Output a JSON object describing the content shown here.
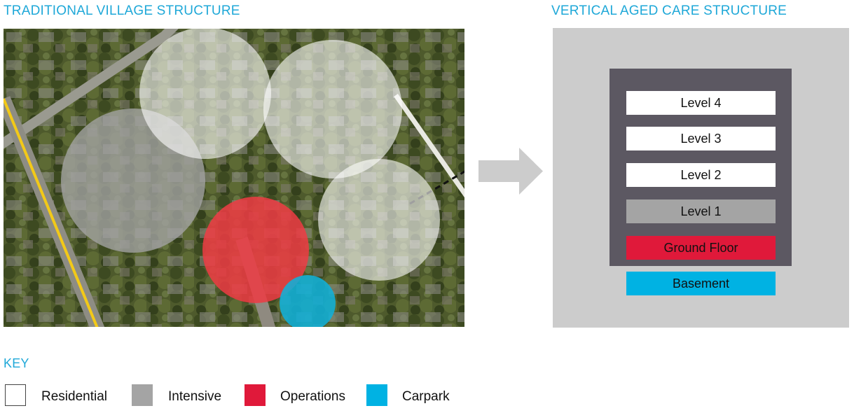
{
  "left_panel": {
    "title": "TRADITIONAL VILLAGE STRUCTURE"
  },
  "right_panel": {
    "title": "VERTICAL AGED CARE STRUCTURE",
    "levels": [
      {
        "label": "Level 4",
        "type": "Residential"
      },
      {
        "label": "Level 3",
        "type": "Residential"
      },
      {
        "label": "Level 2",
        "type": "Residential"
      },
      {
        "label": "Level 1",
        "type": "Intensive"
      },
      {
        "label": "Ground Floor",
        "type": "Operations"
      },
      {
        "label": "Basement",
        "type": "Carpark"
      }
    ]
  },
  "key": {
    "title": "KEY",
    "items": [
      {
        "label": "Residential",
        "color": "#ffffff"
      },
      {
        "label": "Intensive",
        "color": "#a4a4a4"
      },
      {
        "label": "Operations",
        "color": "#e0193a"
      },
      {
        "label": "Carpark",
        "color": "#00b2e3"
      }
    ]
  },
  "colors": {
    "accent": "#1fa8d8",
    "residential": "#ffffff",
    "intensive": "#a4a4a4",
    "operations": "#e0193a",
    "carpark": "#00b2e3",
    "building_frame": "#5c5862",
    "building_background": "#cccccc"
  }
}
